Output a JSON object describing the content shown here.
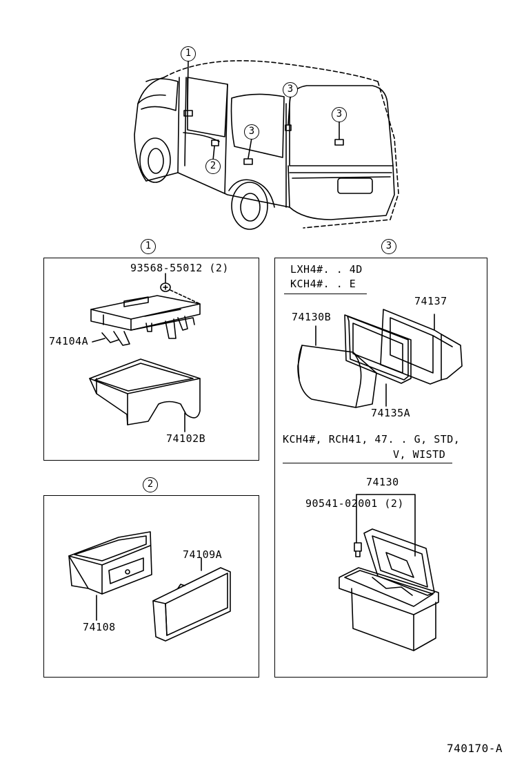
{
  "callouts": {
    "van_1": "1",
    "van_2": "2",
    "van_3a": "3",
    "van_3b": "3",
    "van_3c": "3",
    "panel_1": "1",
    "panel_2": "2",
    "panel_3": "3"
  },
  "panel1": {
    "screw": "93568-55012 (2)",
    "bracket": "74104A",
    "tray": "74102B"
  },
  "panel2": {
    "housing": "74108",
    "tray": "74109A"
  },
  "panel3": {
    "applic_top_1": "LXH4#. . 4D",
    "applic_top_2": "KCH4#. . E",
    "tray": "74130B",
    "frame": "74137",
    "gasket": "74135A",
    "applic_bottom_1": "KCH4#, RCH41, 47. . G, STD,",
    "applic_bottom_2": "V, WISTD",
    "assembly": "74130",
    "screw": "90541-02001 (2)"
  },
  "diagram_code": "740170-A"
}
